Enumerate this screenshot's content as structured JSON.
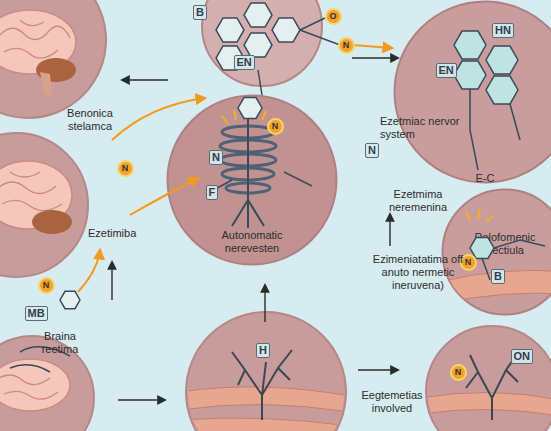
{
  "diagram": {
    "nodes": [
      {
        "text": [
          "E-C"
        ]
      },
      {
        "text": [
          "Autonomatic nerevesten"
        ]
      },
      {
        "text": [
          "Relofomenic nectiula"
        ]
      }
    ],
    "labels": [
      "B",
      "O",
      "HN",
      "N",
      "EN",
      "EN",
      "Benonica stelamca",
      "N",
      "Ezetmiac nervor system",
      "N",
      "N",
      "N",
      "F",
      "Ezetmima neremenina",
      "Ezetimiba",
      "N",
      "Ezimeniatatima off anuto nermetic ineruvena)",
      "B",
      "N",
      "MB",
      "Braina reetima",
      "H",
      "ON",
      "N",
      "Eegtemetias involved"
    ]
  }
}
